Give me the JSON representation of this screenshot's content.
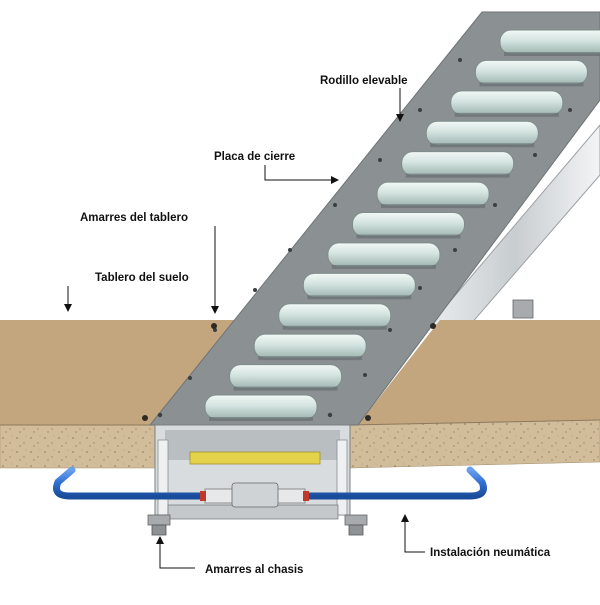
{
  "labels": {
    "lifting_roller": "Rodillo elevable",
    "closing_plate": "Placa de cierre",
    "board_tiedowns": "Amarres del tablero",
    "floor_board": "Tablero del suelo",
    "chassis_tiedowns": "Amarres al chasis",
    "pneumatic_installation": "Instalación neumática"
  },
  "roller_count": 13,
  "colors": {
    "wood": "#c3a57e",
    "wood_front": "#d4bf9e",
    "plate": "#8b9093",
    "roller": "#cfe0dc",
    "tube": "#2f6fd1",
    "background": "#ffffff"
  }
}
